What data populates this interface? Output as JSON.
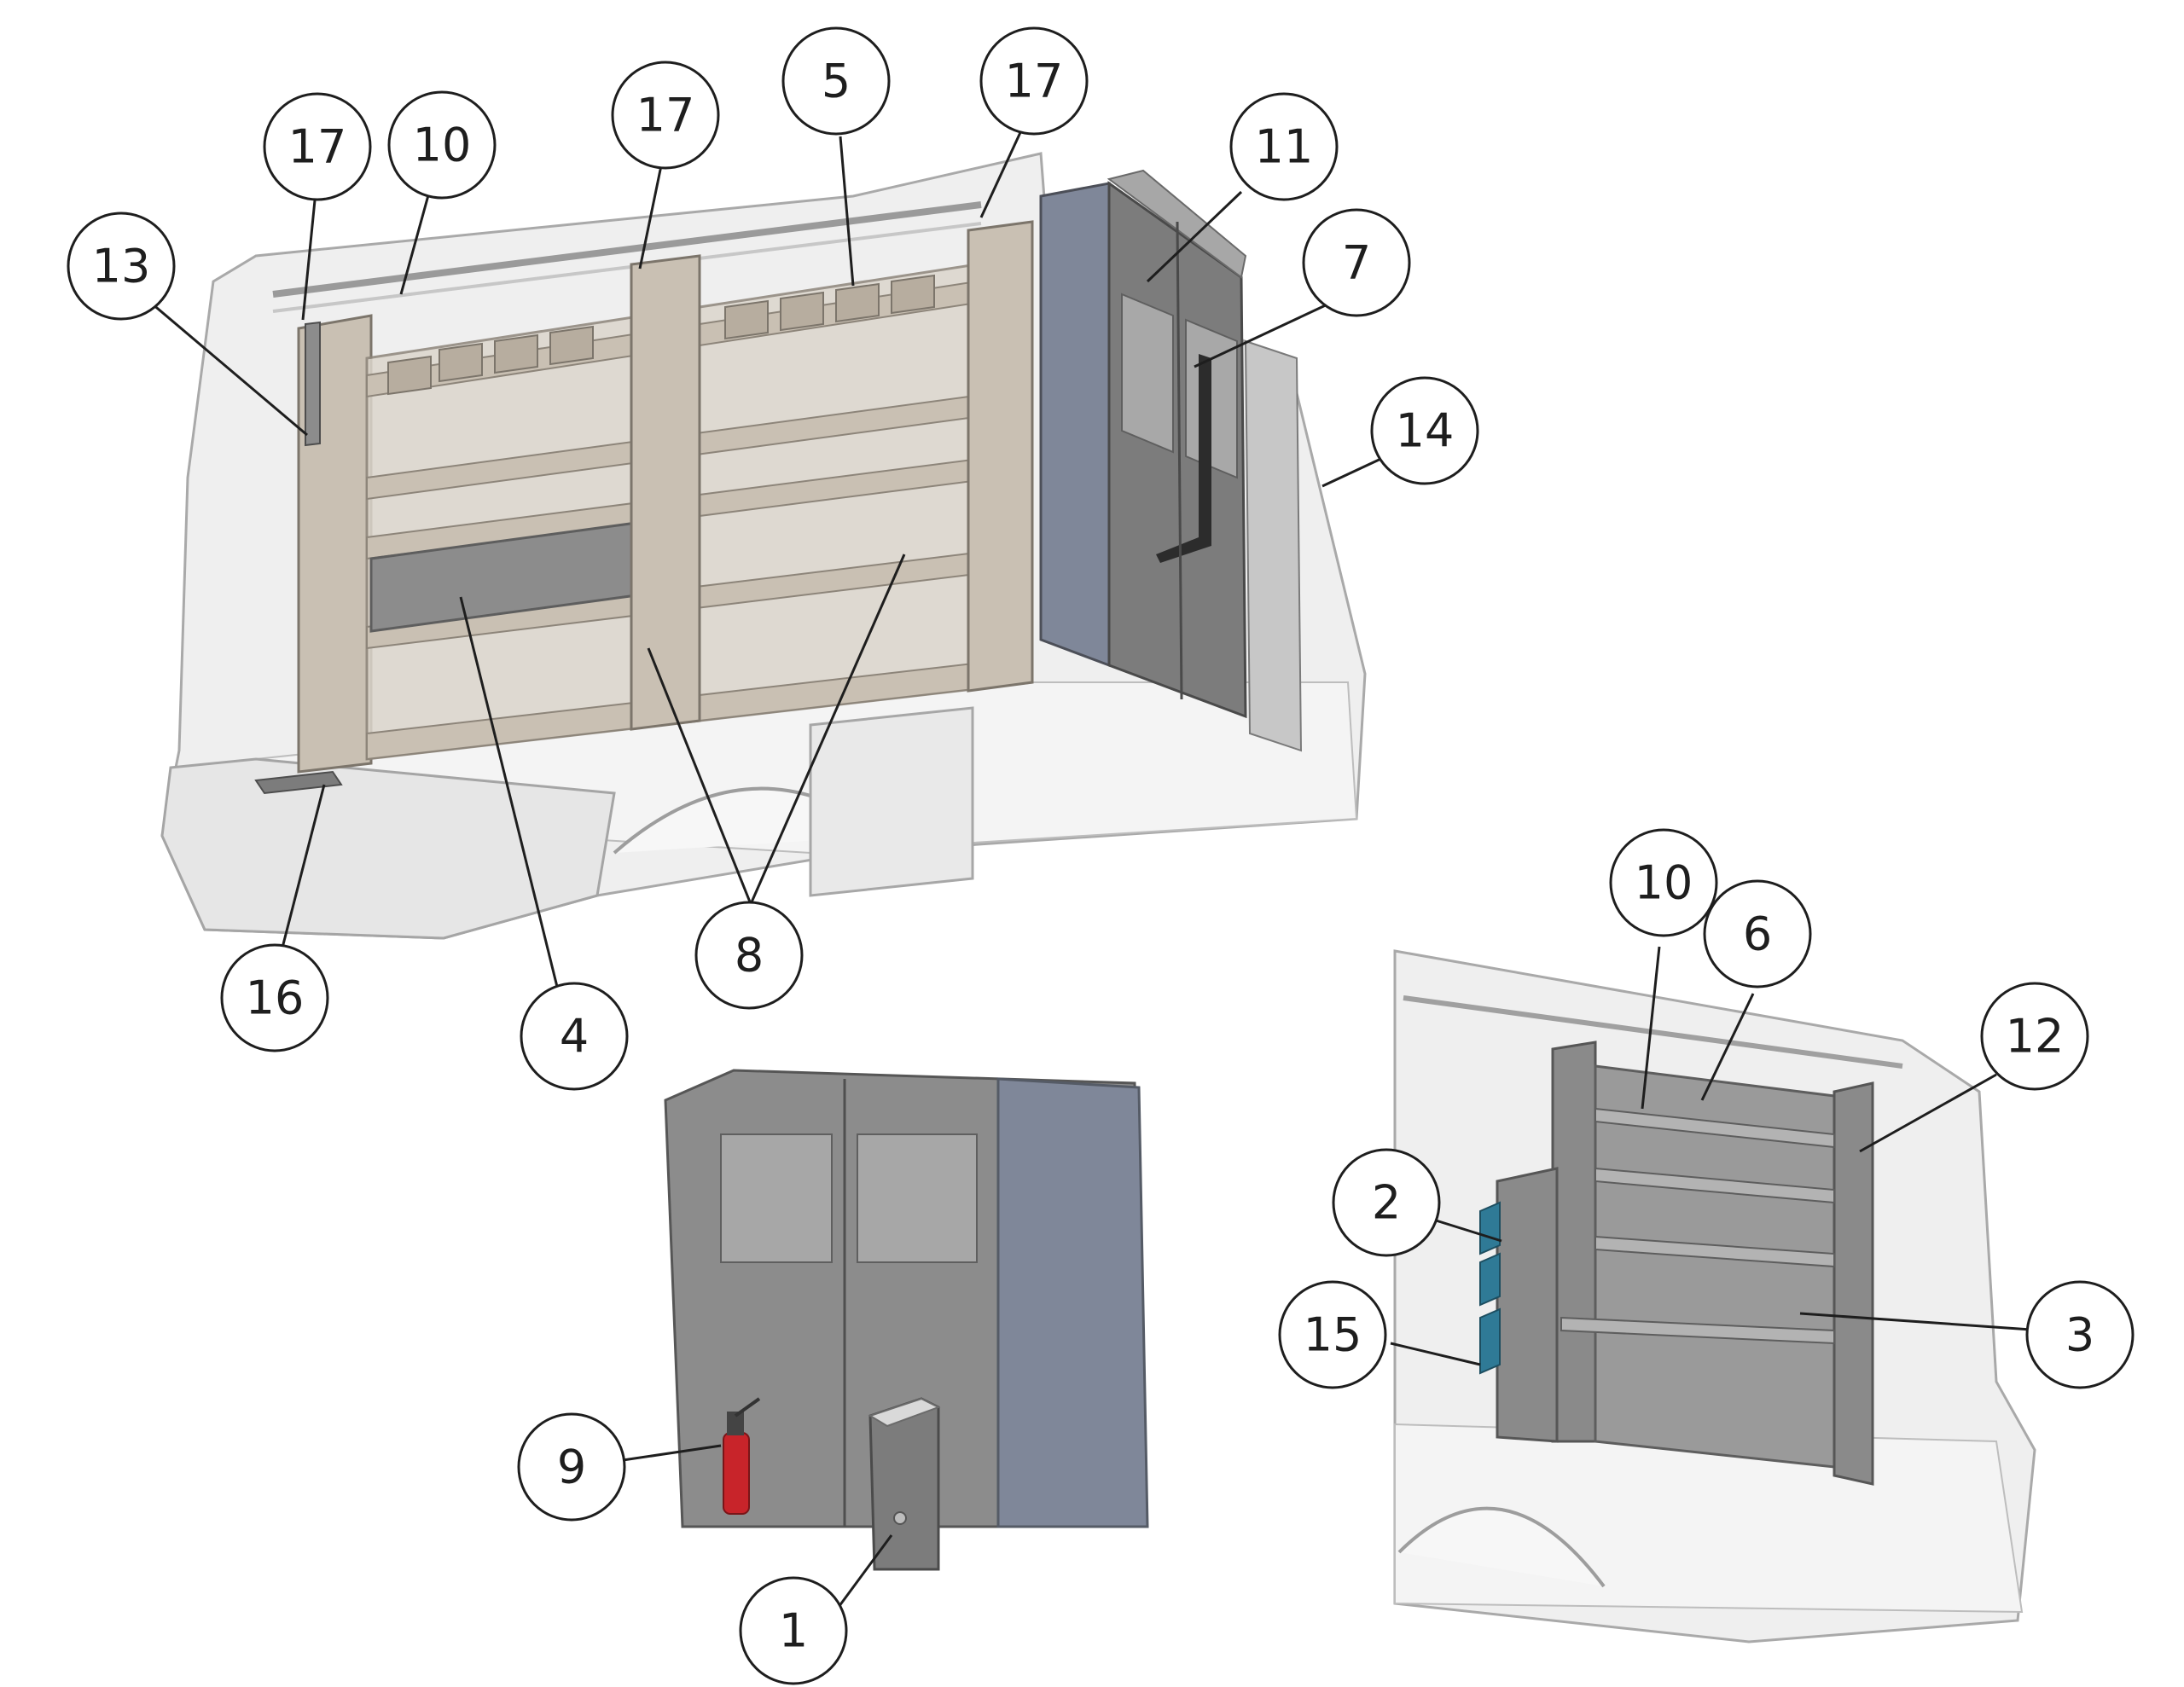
{
  "diagram": {
    "callouts": [
      {
        "id": "c1",
        "label": "1"
      },
      {
        "id": "c2",
        "label": "2"
      },
      {
        "id": "c3",
        "label": "3"
      },
      {
        "id": "c4",
        "label": "4"
      },
      {
        "id": "c5",
        "label": "5"
      },
      {
        "id": "c6",
        "label": "6"
      },
      {
        "id": "c7",
        "label": "7"
      },
      {
        "id": "c8",
        "label": "8"
      },
      {
        "id": "c9",
        "label": "9"
      },
      {
        "id": "c10a",
        "label": "10"
      },
      {
        "id": "c10b",
        "label": "10"
      },
      {
        "id": "c11",
        "label": "11"
      },
      {
        "id": "c12",
        "label": "12"
      },
      {
        "id": "c13",
        "label": "13"
      },
      {
        "id": "c14",
        "label": "14"
      },
      {
        "id": "c15",
        "label": "15"
      },
      {
        "id": "c16",
        "label": "16"
      },
      {
        "id": "c17a",
        "label": "17"
      },
      {
        "id": "c17b",
        "label": "17"
      },
      {
        "id": "c17c",
        "label": "17"
      }
    ],
    "colors": {
      "shelf_tan": "#c9c0b3",
      "panel_gray": "#8c8c8c",
      "partition_blue": "#7f8799",
      "van_body": "#ececec",
      "extinguisher_red": "#c8242a",
      "bin_teal": "#2f7a96"
    }
  }
}
